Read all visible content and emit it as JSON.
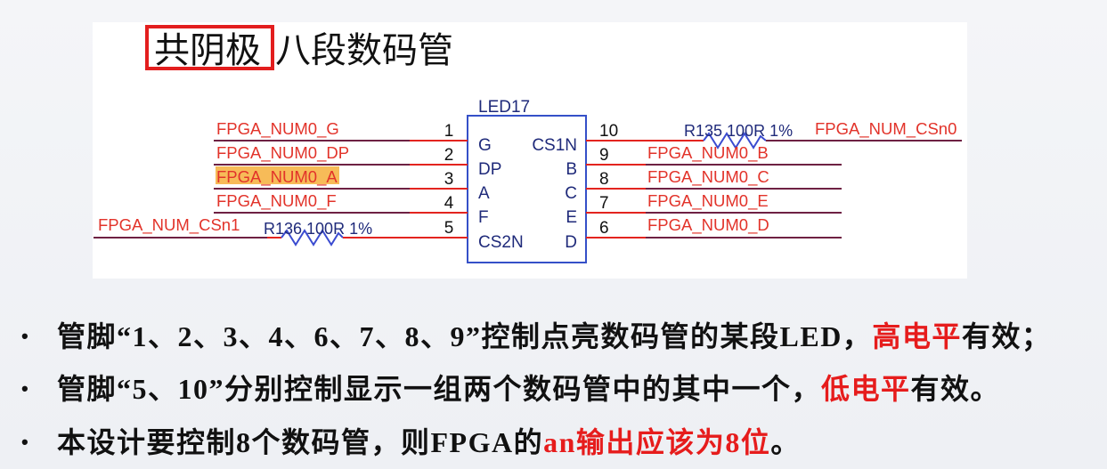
{
  "title": {
    "boxed": "共阴极",
    "rest": "八段数码管"
  },
  "schematic": {
    "component_ref": "LED17",
    "left_pins": [
      {
        "number": "1",
        "name": "G",
        "net": "FPGA_NUM0_G"
      },
      {
        "number": "2",
        "name": "DP",
        "net": "FPGA_NUM0_DP"
      },
      {
        "number": "3",
        "name": "A",
        "net": "FPGA_NUM0_A",
        "highlighted": true
      },
      {
        "number": "4",
        "name": "F",
        "net": "FPGA_NUM0_F"
      },
      {
        "number": "5",
        "name": "CS2N",
        "net": "FPGA_NUM_CSn1"
      }
    ],
    "right_pins": [
      {
        "number": "10",
        "name": "CS1N",
        "net": "FPGA_NUM_CSn0"
      },
      {
        "number": "9",
        "name": "B",
        "net": "FPGA_NUM0_B"
      },
      {
        "number": "8",
        "name": "C",
        "net": "FPGA_NUM0_C"
      },
      {
        "number": "7",
        "name": "E",
        "net": "FPGA_NUM0_E"
      },
      {
        "number": "6",
        "name": "D",
        "net": "FPGA_NUM0_D"
      }
    ],
    "resistor_left": "R136 100R 1%",
    "resistor_right": "R135 100R 1%"
  },
  "bullet_symbol": "•",
  "bullets": [
    {
      "segments": [
        {
          "text": "管脚“1、2、3、4、6、7、8、9”控制点亮数码管的某段LED，",
          "emphasis": false
        },
        {
          "text": "高电平",
          "emphasis": true
        },
        {
          "text": "有效；",
          "emphasis": false
        }
      ]
    },
    {
      "segments": [
        {
          "text": "管脚“5、10”分别控制显示一组两个数码管中的其中一个，",
          "emphasis": false
        },
        {
          "text": "低电平",
          "emphasis": true
        },
        {
          "text": "有效。",
          "emphasis": false
        }
      ]
    },
    {
      "segments": [
        {
          "text": "本设计要控制8个数码管，则FPGA的",
          "emphasis": false
        },
        {
          "text": "an输出应该为8位",
          "emphasis": true
        },
        {
          "text": "。",
          "emphasis": false
        }
      ]
    }
  ],
  "colors": {
    "net_label": "#e2332a",
    "pin_line": "#e3241f",
    "net_wire": "#6e2143",
    "part_outline": "#3550c8",
    "part_text": "#1f2a7a",
    "resistor": "#3a4bd0",
    "highlight_bg": "#f7bb58",
    "emphasis": "#e61c1c",
    "title_box": "#e31e1e"
  }
}
